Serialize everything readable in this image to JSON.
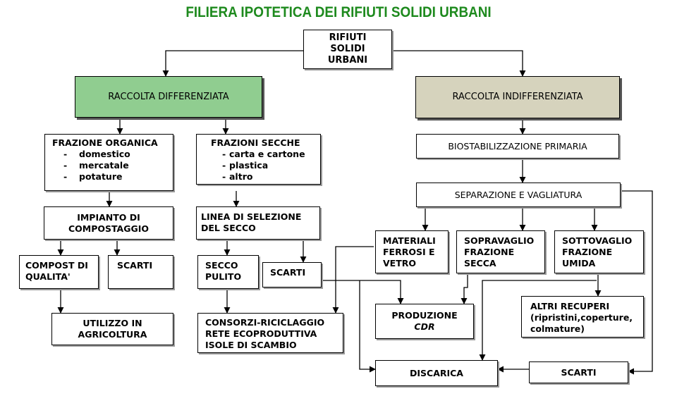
{
  "title": "FILIERA IPOTETICA DEI RIFIUTI SOLIDI URBANI",
  "root": [
    "RIFIUTI",
    "SOLIDI",
    "URBANI"
  ],
  "raccolta_differenziata": "RACCOLTA DIFFERENZIATA",
  "raccolta_indifferenziata": "RACCOLTA INDIFFERENZIATA",
  "frazione_organica": {
    "title": "FRAZIONE ORGANICA",
    "items": [
      "domestico",
      "mercatale",
      "potature"
    ]
  },
  "frazioni_secche": {
    "title": "FRAZIONI SECCHE",
    "items": [
      "carta e cartone",
      "plastica",
      "altro"
    ]
  },
  "impianto_compostaggio": [
    "IMPIANTO DI",
    "COMPOSTAGGIO"
  ],
  "linea_selezione": [
    "LINEA DI SELEZIONE",
    "DEL SECCO"
  ],
  "compost_qualita": [
    "COMPOST DI",
    "QUALITA'"
  ],
  "scarti_compost": "SCARTI",
  "secco_pulito": [
    "SECCO",
    "PULITO"
  ],
  "scarti_secco": "SCARTI",
  "utilizzo_agricoltura": [
    "UTILIZZO IN",
    "AGRICOLTURA"
  ],
  "consorzi": [
    "CONSORZI-RICICLAGGIO",
    "RETE ECOPRODUTTIVA",
    "ISOLE DI SCAMBIO"
  ],
  "biostabilizzazione": "BIOSTABILIZZAZIONE PRIMARIA",
  "separazione": "SEPARAZIONE E VAGLIATURA",
  "materiali": [
    "MATERIALI",
    "FERROSI E",
    "VETRO"
  ],
  "sopravaglio": [
    "SOPRAVAGLIO",
    "FRAZIONE",
    "SECCA"
  ],
  "sottovaglio": [
    "SOTTOVAGLIO",
    "FRAZIONE",
    "UMIDA"
  ],
  "produzione_cdr": [
    "PRODUZIONE",
    "CDR"
  ],
  "altri_recuperi": [
    "ALTRI RECUPERI",
    "(ripristini,coperture,",
    "colmature)"
  ],
  "discarica": "DISCARICA",
  "scarti_finali": "SCARTI",
  "colors": {
    "title": "#1e8a1e",
    "raccolta_differenziata_fill": "#90cd90",
    "raccolta_indifferenziata_fill": "#d6d3bd"
  }
}
